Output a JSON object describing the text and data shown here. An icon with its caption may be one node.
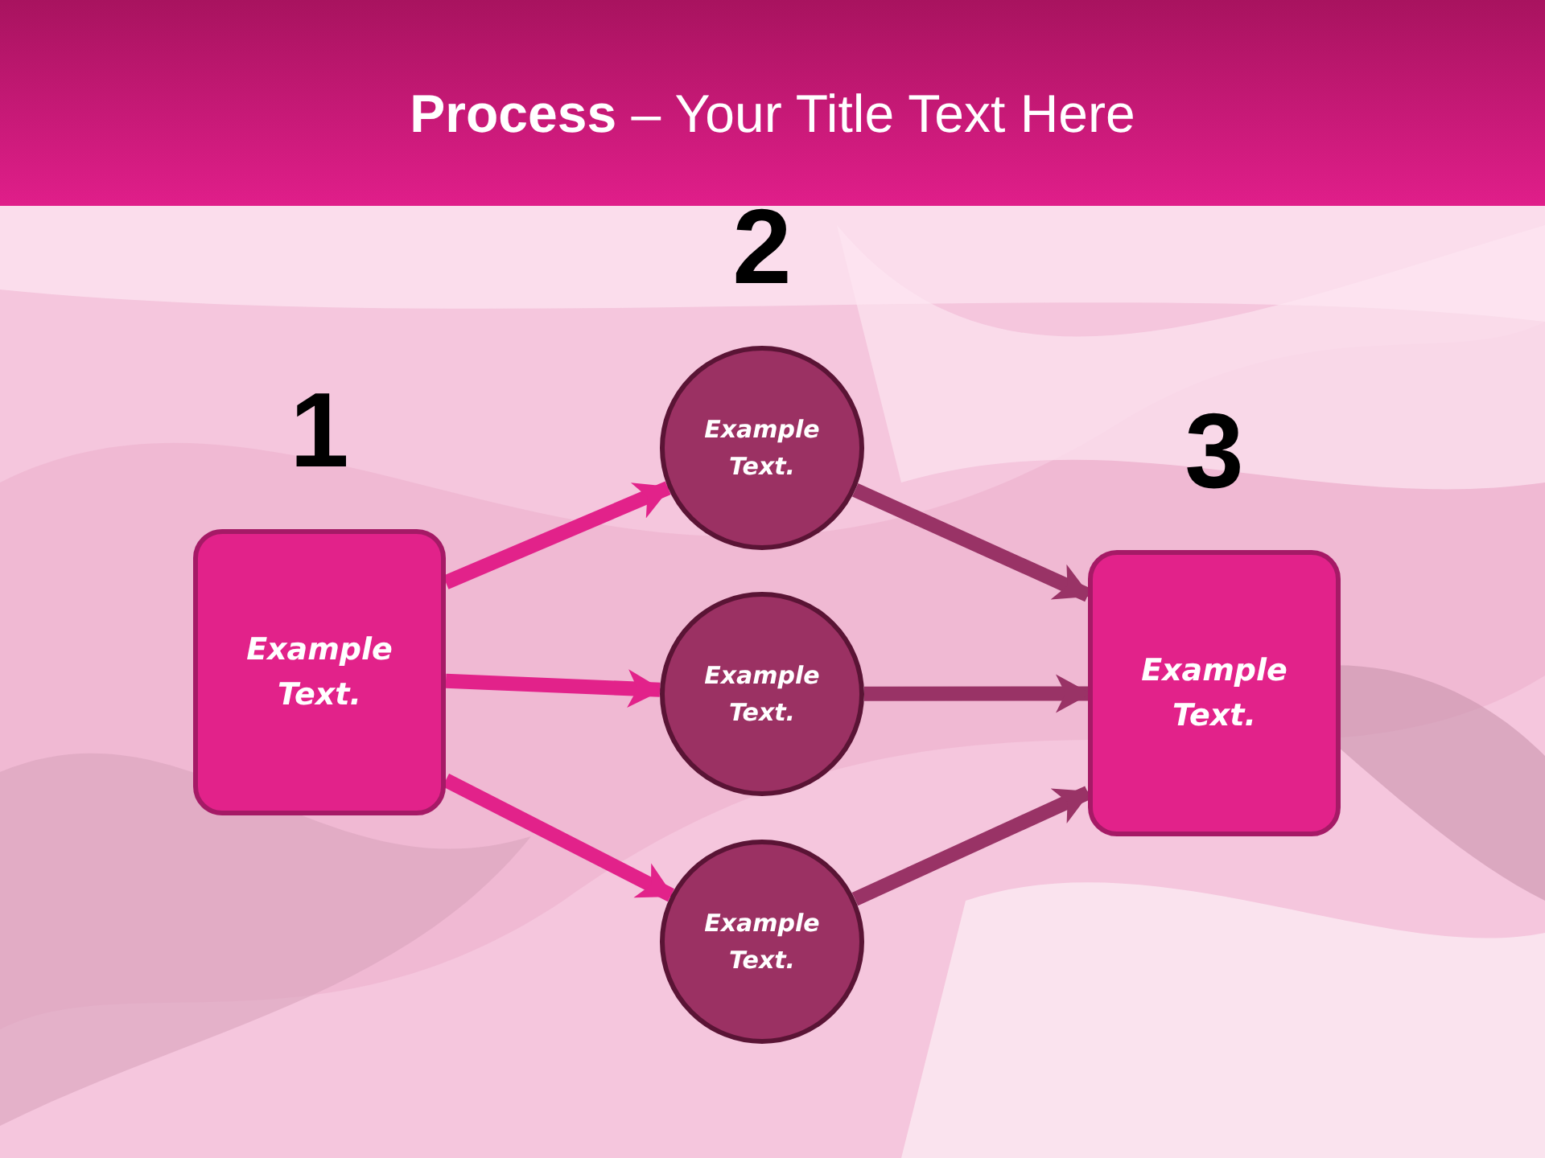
{
  "diagram": {
    "title": "**Process** – Your Title Text Here",
    "nodes": [
      {
        "text": [
          "Example Text."
        ],
        "beside": [
          "1"
        ]
      },
      {
        "text": [
          "Example Text."
        ],
        "beside": [
          "2"
        ]
      },
      {
        "text": [
          "Example Text."
        ]
      },
      {
        "text": [
          "Example Text."
        ]
      },
      {
        "text": [
          "Example Text."
        ],
        "beside": [
          "3"
        ]
      }
    ],
    "edges": [
      {
        "from": 0,
        "to": 1,
        "arrow": "to"
      },
      {
        "from": 0,
        "to": 2,
        "arrow": "to"
      },
      {
        "from": 0,
        "to": 3,
        "arrow": "to"
      },
      {
        "from": 1,
        "to": 4,
        "arrow": "to",
        "color": "#993366"
      },
      {
        "from": 2,
        "to": 4,
        "arrow": "to",
        "color": "#993366"
      },
      {
        "from": 3,
        "to": 4,
        "arrow": "to",
        "color": "#993366"
      }
    ]
  }
}
